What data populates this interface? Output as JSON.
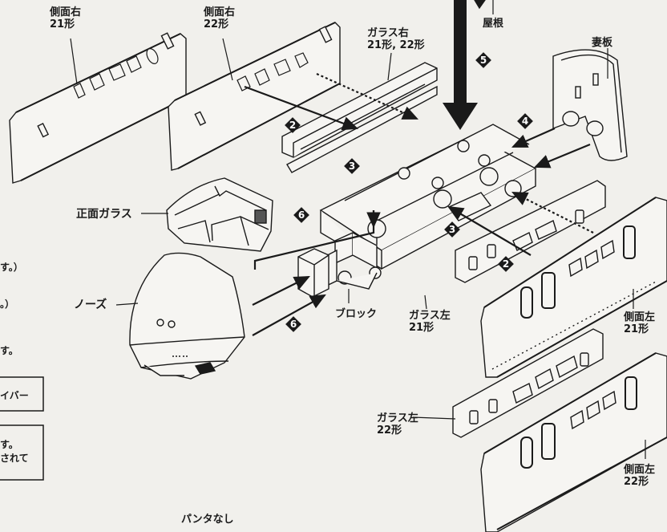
{
  "labels": {
    "side_right_21": [
      "側面右",
      "21形"
    ],
    "side_right_22": [
      "側面右",
      "22形"
    ],
    "roof": "屋根",
    "glass_right": [
      "ガラス右",
      "21形, 22形"
    ],
    "end_plate": "妻板",
    "front_glass": "正面ガラス",
    "nose": "ノーズ",
    "block": "ブロック",
    "glass_left_21": [
      "ガラス左",
      "21形"
    ],
    "side_left_21": [
      "側面左",
      "21形"
    ],
    "glass_left_22": [
      "ガラス左",
      "22形"
    ],
    "side_left_22": [
      "側面左",
      "22形"
    ],
    "no_pantograph": "パンタなし"
  },
  "steps": {
    "s2a": "2",
    "s2b": "2",
    "s3a": "3",
    "s3b": "3",
    "s4": "4",
    "s5": "5",
    "s6a": "6",
    "s6b": "6"
  },
  "cut_text": {
    "t1": "す。）",
    "t2": "。）",
    "t3": "す。",
    "t4": "イバー",
    "t5": "す。",
    "t6": "されて"
  },
  "colors": {
    "ink": "#1a1a1a",
    "paper": "#f1f0ec",
    "part_fill": "#f6f5f2"
  }
}
